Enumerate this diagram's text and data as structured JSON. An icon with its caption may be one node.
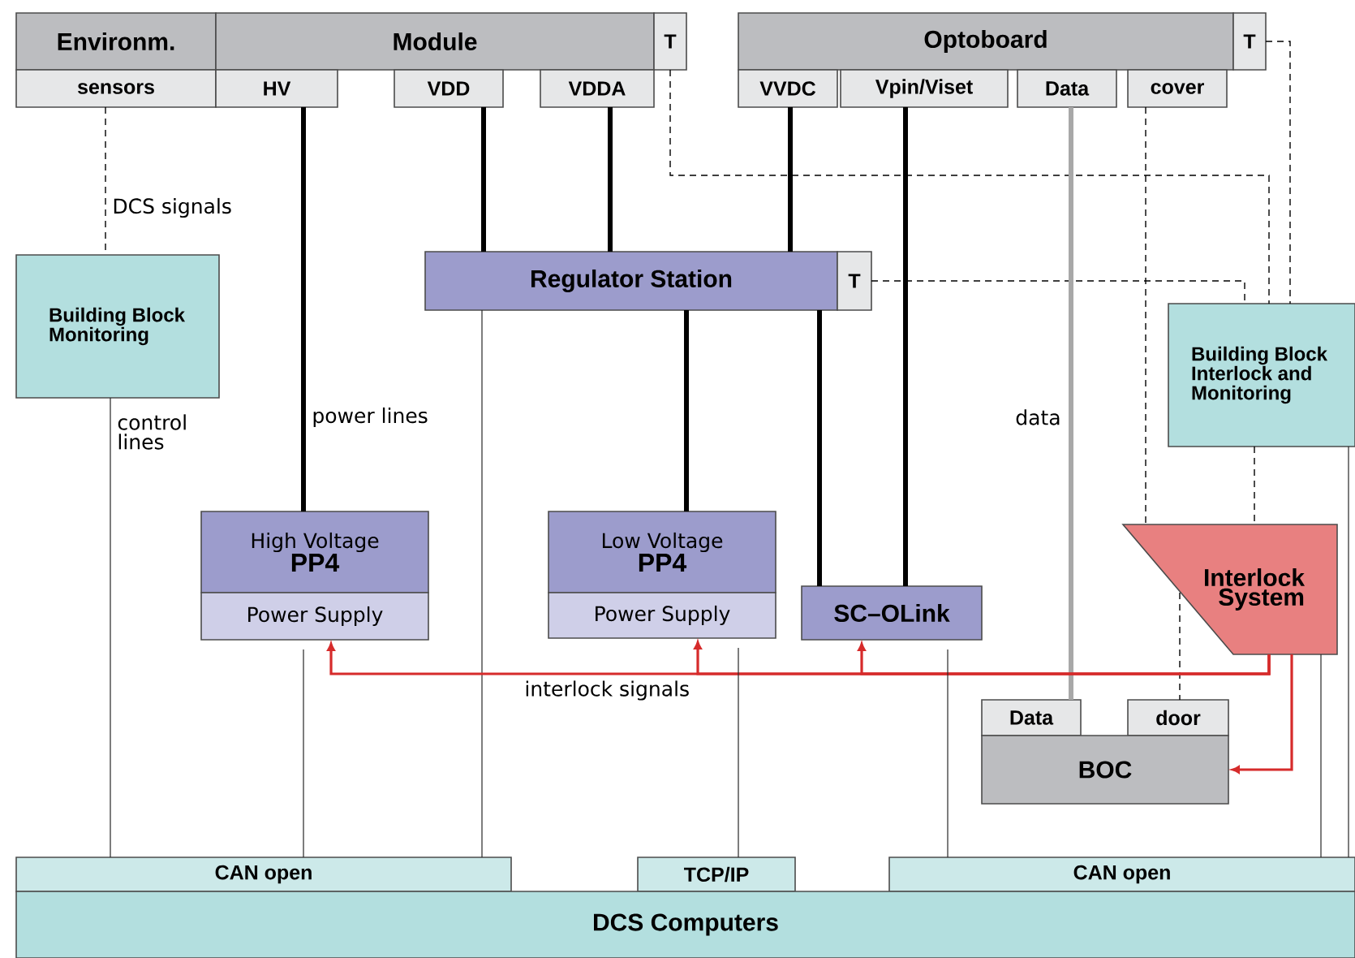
{
  "diagram": {
    "nodes": [
      {
        "text": [
          "Environm."
        ]
      },
      {
        "text": [
          "sensors"
        ]
      },
      {
        "text": [
          "Module"
        ]
      },
      {
        "text": [
          "T"
        ]
      },
      {
        "text": [
          "HV"
        ]
      },
      {
        "text": [
          "VDD"
        ]
      },
      {
        "text": [
          "VDDA"
        ]
      },
      {
        "text": [
          "Optoboard"
        ]
      },
      {
        "text": [
          "T"
        ]
      },
      {
        "text": [
          "VVDC"
        ]
      },
      {
        "text": [
          "Vpin/Viset"
        ]
      },
      {
        "text": [
          "Data"
        ]
      },
      {
        "text": [
          "cover"
        ]
      },
      {
        "text": [
          "Building Block Monitoring"
        ]
      },
      {
        "text": [
          "Regulator Station"
        ]
      },
      {
        "text": [
          "T"
        ]
      },
      {
        "text": [
          "Building Block Interlock and Monitoring"
        ]
      },
      {
        "text": [
          "High Voltage",
          "PP4"
        ]
      },
      {
        "text": [
          "Power Supply"
        ]
      },
      {
        "text": [
          "Low Voltage",
          "PP4"
        ]
      },
      {
        "text": [
          "Power Supply"
        ]
      },
      {
        "text": [
          "SC–OLink"
        ]
      },
      {
        "text": [
          "Interlock System"
        ]
      },
      {
        "text": [
          "Data"
        ]
      },
      {
        "text": [
          "door"
        ]
      },
      {
        "text": [
          "BOC"
        ]
      },
      {
        "text": [
          "CAN open"
        ]
      },
      {
        "text": [
          "TCP/IP"
        ]
      },
      {
        "text": [
          "CAN open"
        ]
      },
      {
        "text": [
          "DCS Computers"
        ]
      }
    ],
    "edges": [
      {
        "from": 1,
        "to": 13,
        "arrow": "none",
        "style": "dashed",
        "label": "DCS signals"
      },
      {
        "from": 13,
        "to": 26,
        "arrow": "none",
        "label": "control lines"
      },
      {
        "from": 4,
        "to": 17,
        "arrow": "none",
        "style": "thick",
        "label": "power lines"
      },
      {
        "from": 5,
        "to": 14,
        "arrow": "none",
        "style": "thick"
      },
      {
        "from": 6,
        "to": 14,
        "arrow": "none",
        "style": "thick"
      },
      {
        "from": 9,
        "to": 14,
        "arrow": "none",
        "style": "thick"
      },
      {
        "from": 14,
        "to": 19,
        "arrow": "none",
        "style": "thick"
      },
      {
        "from": 14,
        "to": 21,
        "arrow": "none",
        "style": "thick"
      },
      {
        "from": 10,
        "to": 21,
        "arrow": "none",
        "style": "thick"
      },
      {
        "from": 14,
        "to": 26,
        "arrow": "none"
      },
      {
        "from": 3,
        "to": 16,
        "arrow": "none",
        "style": "dashed"
      },
      {
        "from": 8,
        "to": 16,
        "arrow": "none",
        "style": "dashed"
      },
      {
        "from": 15,
        "to": 16,
        "arrow": "none",
        "style": "dashed"
      },
      {
        "from": 12,
        "to": 22,
        "arrow": "none",
        "style": "dashed"
      },
      {
        "from": 11,
        "to": 23,
        "arrow": "none",
        "style": "thick",
        "color": "#a8a8a8",
        "label": "data"
      },
      {
        "from": 16,
        "to": 22,
        "arrow": "none",
        "style": "dashed"
      },
      {
        "from": 22,
        "to": 24,
        "arrow": "none",
        "style": "dashed"
      },
      {
        "from": 22,
        "to": 18,
        "arrow": "to",
        "color": "#d62b2b",
        "label": "interlock signals"
      },
      {
        "from": 22,
        "to": 20,
        "arrow": "to",
        "color": "#d62b2b"
      },
      {
        "from": 22,
        "to": 21,
        "arrow": "to",
        "color": "#d62b2b"
      },
      {
        "from": 22,
        "to": 25,
        "arrow": "to",
        "color": "#d62b2b"
      },
      {
        "from": 22,
        "to": 28,
        "arrow": "none"
      },
      {
        "from": 16,
        "to": 28,
        "arrow": "none"
      },
      {
        "from": 18,
        "to": 26,
        "arrow": "none"
      },
      {
        "from": 20,
        "to": 27,
        "arrow": "none"
      },
      {
        "from": 21,
        "to": 28,
        "arrow": "none"
      }
    ]
  }
}
